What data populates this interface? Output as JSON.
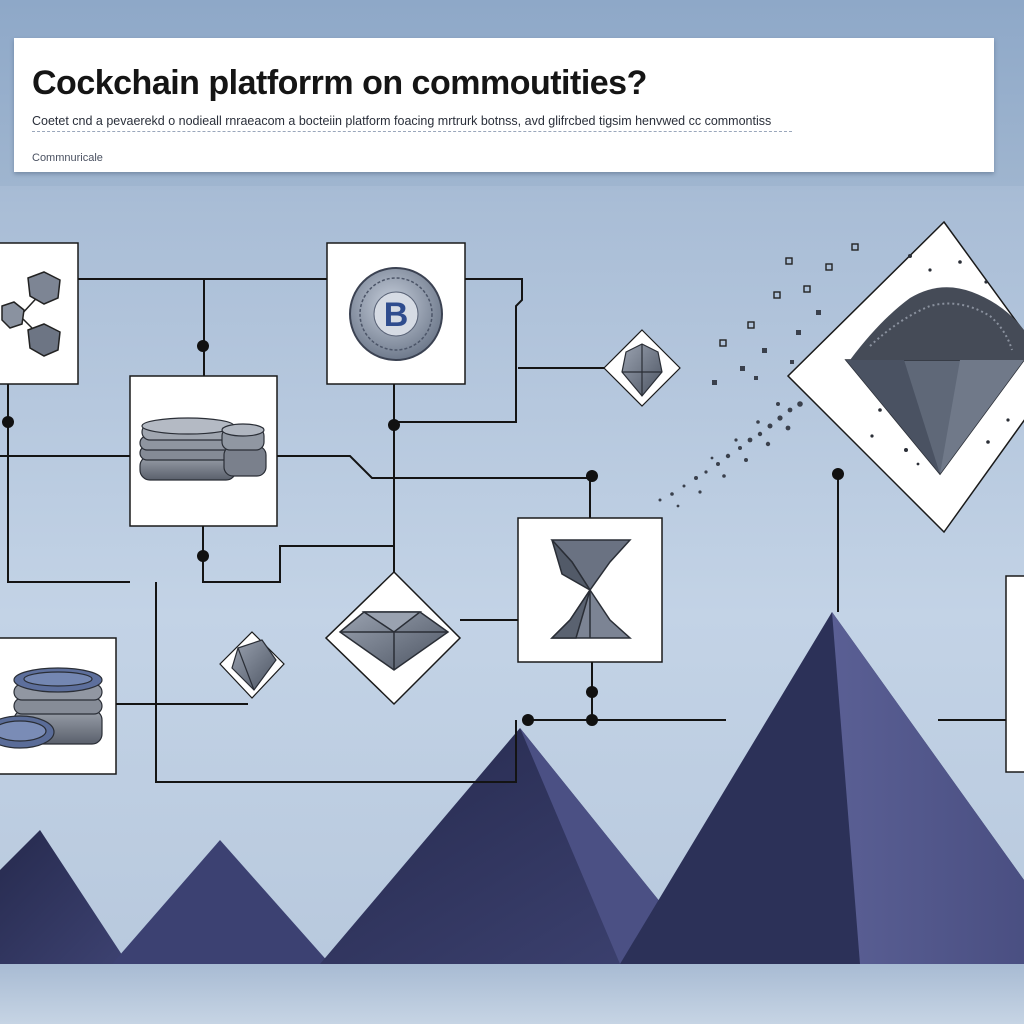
{
  "header": {
    "title": "Cockchain platforrm  on   commoutities?",
    "subtitle": "Coetet cnd a pevaerekd o nodieall rnraeacom a bocteiin platform foacing mrtrurk botnss, avd glifrcbed tigsim henvwed cc commontiss",
    "footnote": "Commnuricale"
  },
  "diagram": {
    "nodes": [
      {
        "id": "network-cubes",
        "kind": "box",
        "icon": "molecule-cubes-icon"
      },
      {
        "id": "bitcoin-coin",
        "kind": "box",
        "icon": "bitcoin-coin-icon",
        "glyph": "B"
      },
      {
        "id": "coin-stack-top",
        "kind": "box",
        "icon": "coin-stack-icon"
      },
      {
        "id": "gem-small",
        "kind": "diamond",
        "icon": "gem-icon"
      },
      {
        "id": "ore-diamond",
        "kind": "diamond",
        "icon": "ore-gem-icon"
      },
      {
        "id": "hourglass-gem",
        "kind": "box",
        "icon": "hourglass-gem-icon"
      },
      {
        "id": "gem-center",
        "kind": "diamond",
        "icon": "gem-icon"
      },
      {
        "id": "gem-tiny",
        "kind": "diamond",
        "icon": "gem-icon"
      },
      {
        "id": "coin-stack-bottom",
        "kind": "box",
        "icon": "coin-stack-icon"
      }
    ]
  },
  "colors": {
    "background": "#c3d3e6",
    "header_band": "#9fb5cf",
    "mountain_dark": "#2c3158",
    "mountain_mid": "#4a4f80",
    "line": "#141414"
  }
}
